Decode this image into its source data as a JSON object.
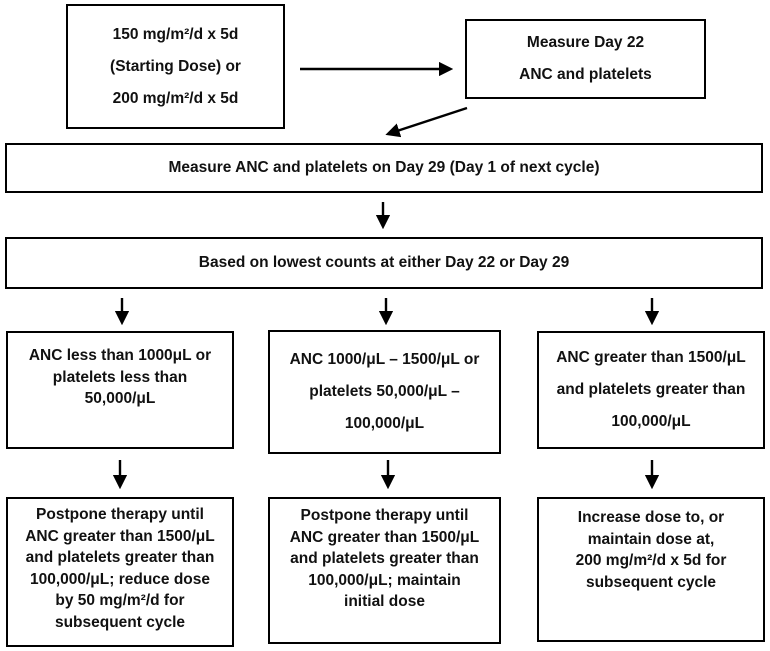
{
  "colors": {
    "box_border": "#000000",
    "text": "#111111",
    "arrow": "#000000",
    "background": "#ffffff"
  },
  "flowchart": {
    "start_dose_box": "150 mg/m²/d x 5d\n(Starting Dose) or\n200 mg/m²/d x 5d",
    "measure_day22_box": "Measure Day 22\nANC and platelets",
    "measure_day29_box": "Measure ANC and platelets on Day 29 (Day 1 of next cycle)",
    "lowest_counts_box": "Based on lowest counts at either Day 22 or Day 29",
    "low_counts_box": "ANC less than 1000μL or\nplatelets less than\n50,000/μL",
    "mid_counts_box": "ANC 1000/μL – 1500/μL or\nplatelets 50,000/μL –\n100,000/μL",
    "high_counts_box": "ANC greater than 1500/μL\nand platelets greater than\n100,000/μL",
    "postpone_reduce_box": "Postpone therapy until\nANC greater than 1500/μL\nand platelets greater than\n100,000/μL; reduce dose\nby 50 mg/m²/d for\nsubsequent cycle",
    "postpone_maintain_box": "Postpone therapy until\nANC greater than 1500/μL\nand platelets greater than\n100,000/μL; maintain\ninitial dose",
    "increase_dose_box": "Increase dose to, or\nmaintain dose at,\n200 mg/m²/d x 5d for\nsubsequent cycle"
  }
}
